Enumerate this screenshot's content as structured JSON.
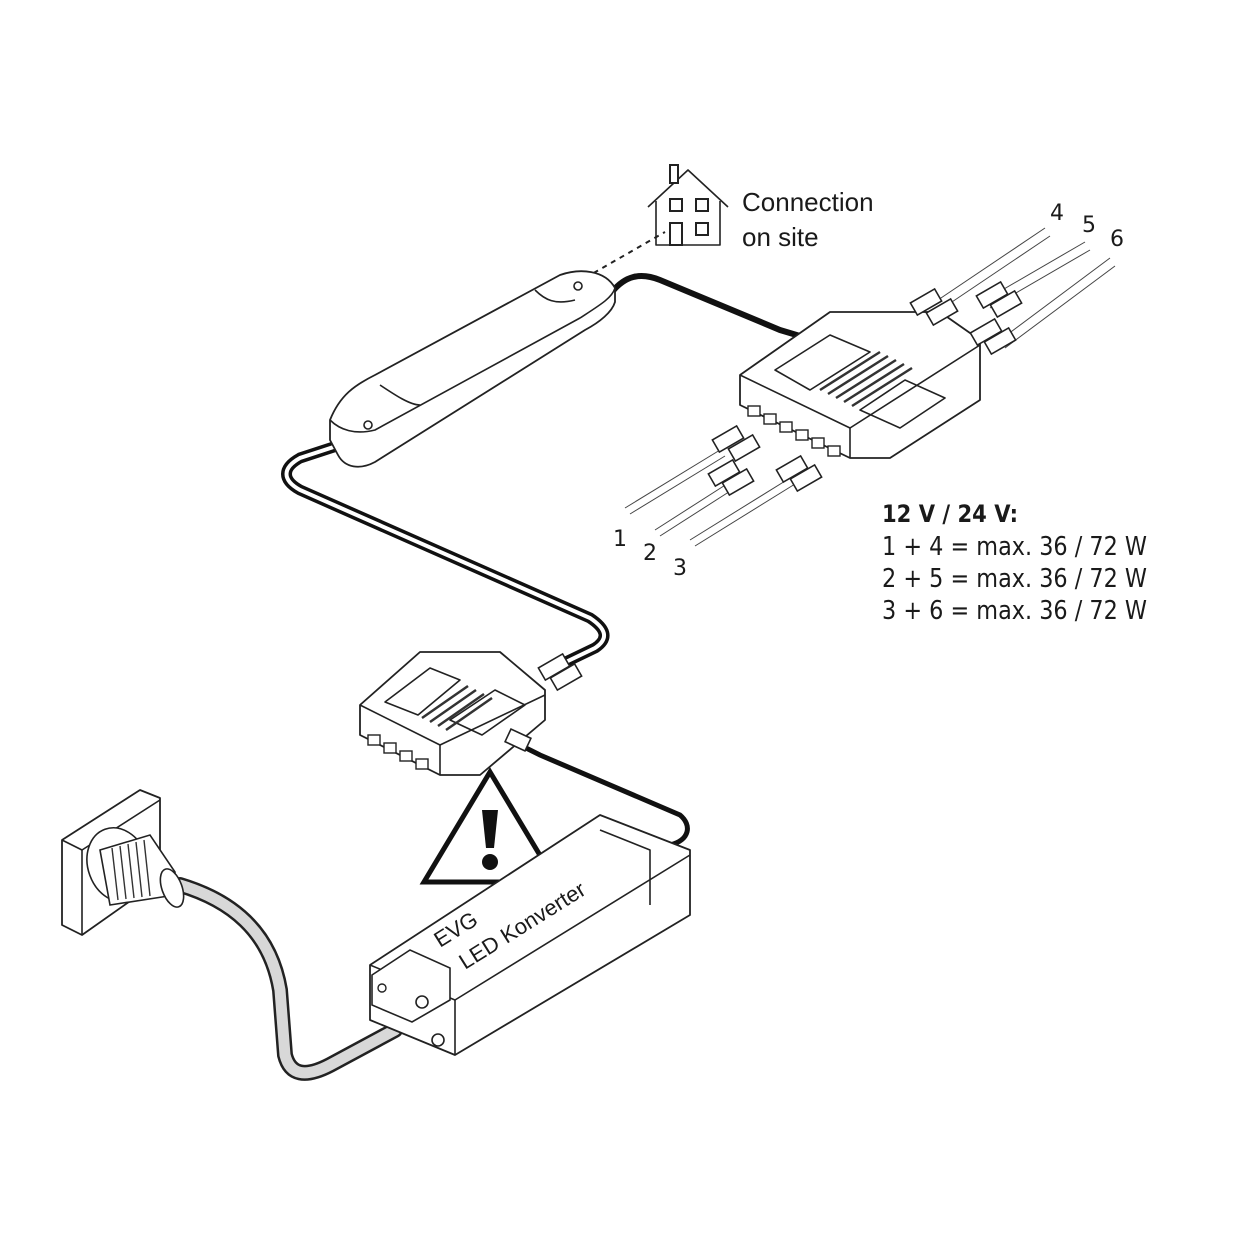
{
  "connection_label": {
    "line1": "Connection",
    "line2": "on site"
  },
  "outputs_top": [
    "4",
    "5",
    "6"
  ],
  "outputs_bottom": [
    "1",
    "2",
    "3"
  ],
  "converter_text": {
    "line1": "EVG",
    "line2": "LED Konverter"
  },
  "specs": {
    "heading": "12 V / 24 V:",
    "lines": [
      "1 + 4 = max. 36 / 72 W",
      "2 + 5 = max. 36 / 72 W",
      "3 + 6 = max. 36 / 72 W"
    ]
  },
  "icons": [
    "house-icon",
    "warning-icon",
    "wall-socket-icon",
    "plug-icon"
  ],
  "colors": {
    "line": "#222222",
    "background": "#ffffff"
  }
}
